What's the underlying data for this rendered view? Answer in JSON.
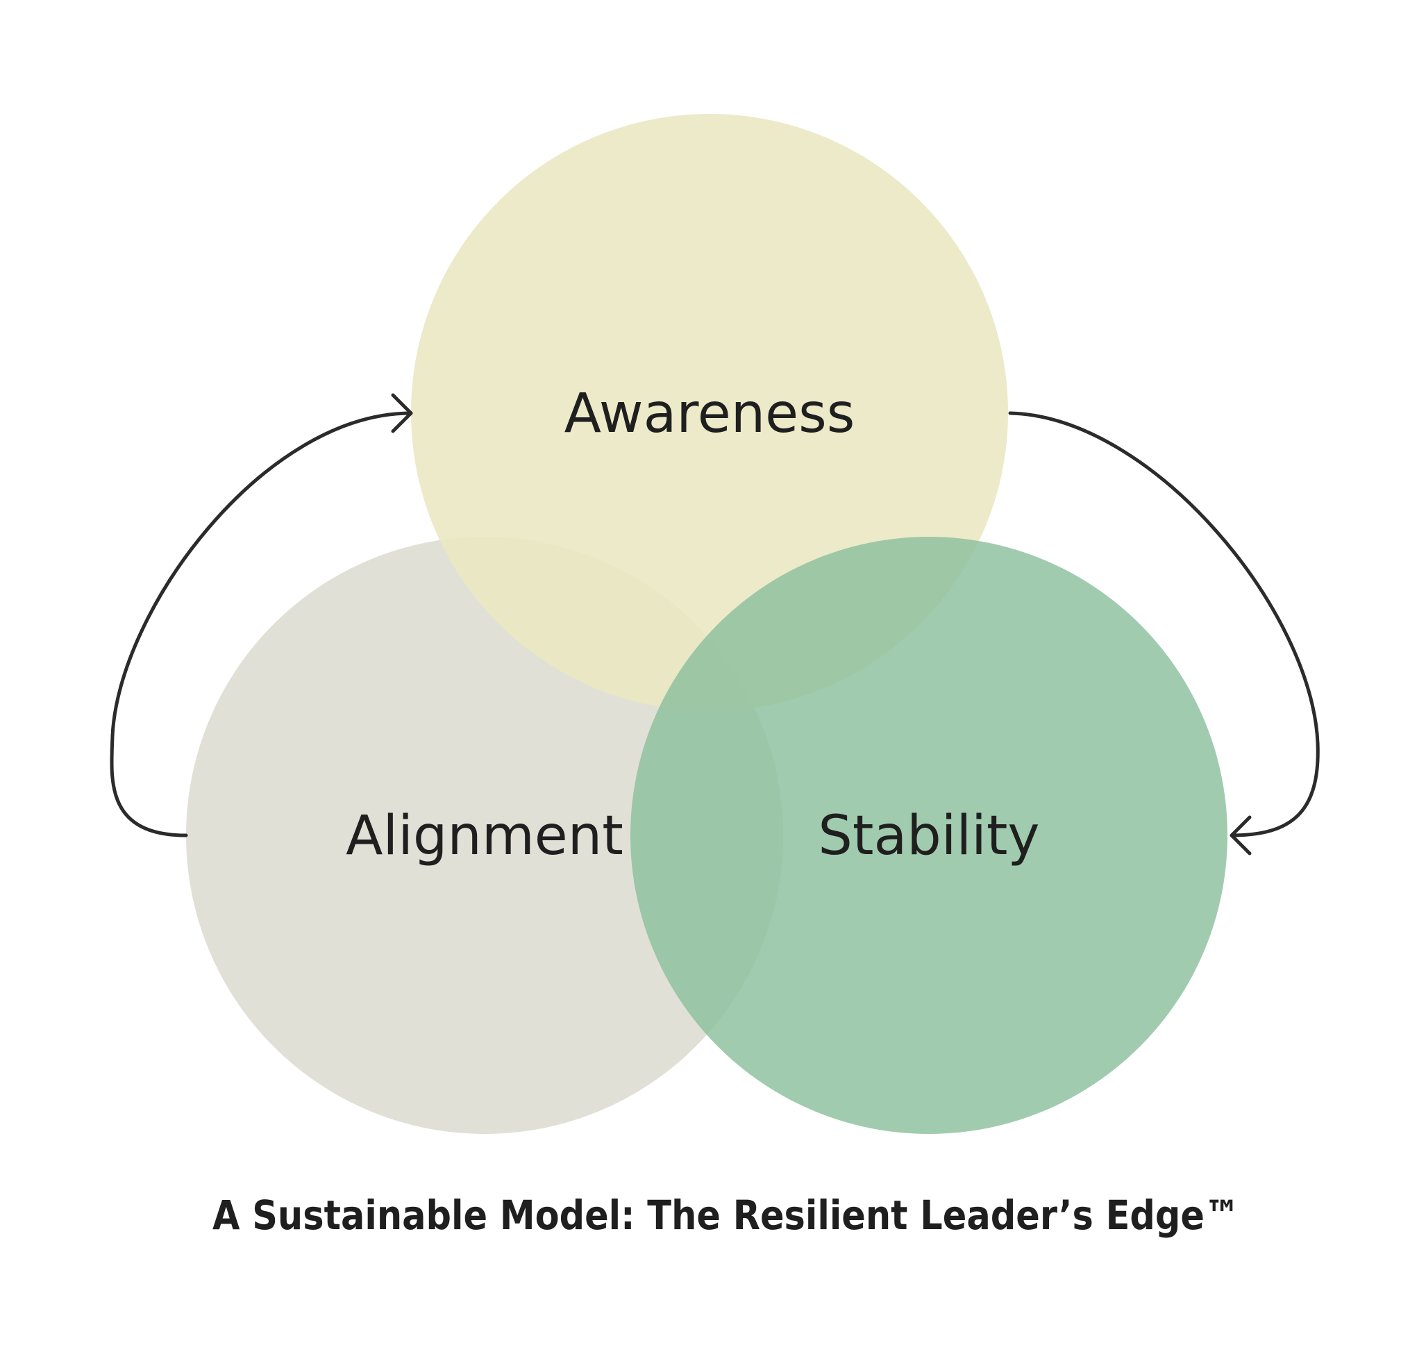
{
  "diagram": {
    "circles": {
      "awareness": {
        "label": "Awareness",
        "color": "#e9e7c1"
      },
      "alignment": {
        "label": "Alignment",
        "color": "#deddd4"
      },
      "stability": {
        "label": "Stability",
        "color": "#8cc09d"
      }
    },
    "caption": "A Sustainable Model: The Resilient Leader’s Edge™",
    "arrow_color": "#2b2b2b"
  }
}
